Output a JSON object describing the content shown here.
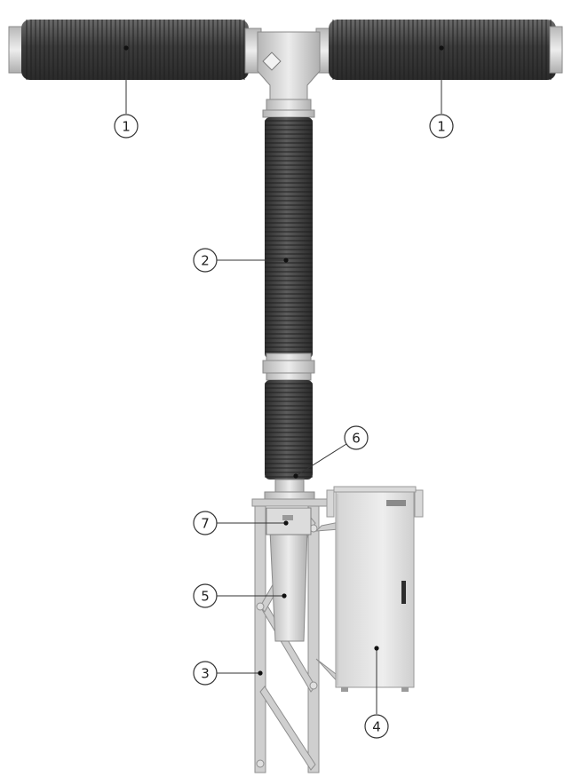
{
  "colors": {
    "background": "#ffffff",
    "insulator_dark": "#3f3f3f",
    "insulator_rib": "#5a5a5a",
    "metal_light": "#d9d9d9",
    "metal_mid": "#bfbfbf",
    "frame": "#cfcfcf",
    "frame_edge": "#8f8f8f",
    "cabinet": "#e6e6e6",
    "cabinet_edge": "#9a9a9a",
    "callout_line": "#333333"
  },
  "callouts": [
    {
      "id": "interrupter-left",
      "label": "1"
    },
    {
      "id": "interrupter-right",
      "label": "1"
    },
    {
      "id": "support-insulator",
      "label": "2"
    },
    {
      "id": "support-frame",
      "label": "3"
    },
    {
      "id": "control-cabinet",
      "label": "4"
    },
    {
      "id": "mechanism-housing",
      "label": "5"
    },
    {
      "id": "insulator-base-flange",
      "label": "6"
    },
    {
      "id": "gearbox",
      "label": "7"
    }
  ]
}
